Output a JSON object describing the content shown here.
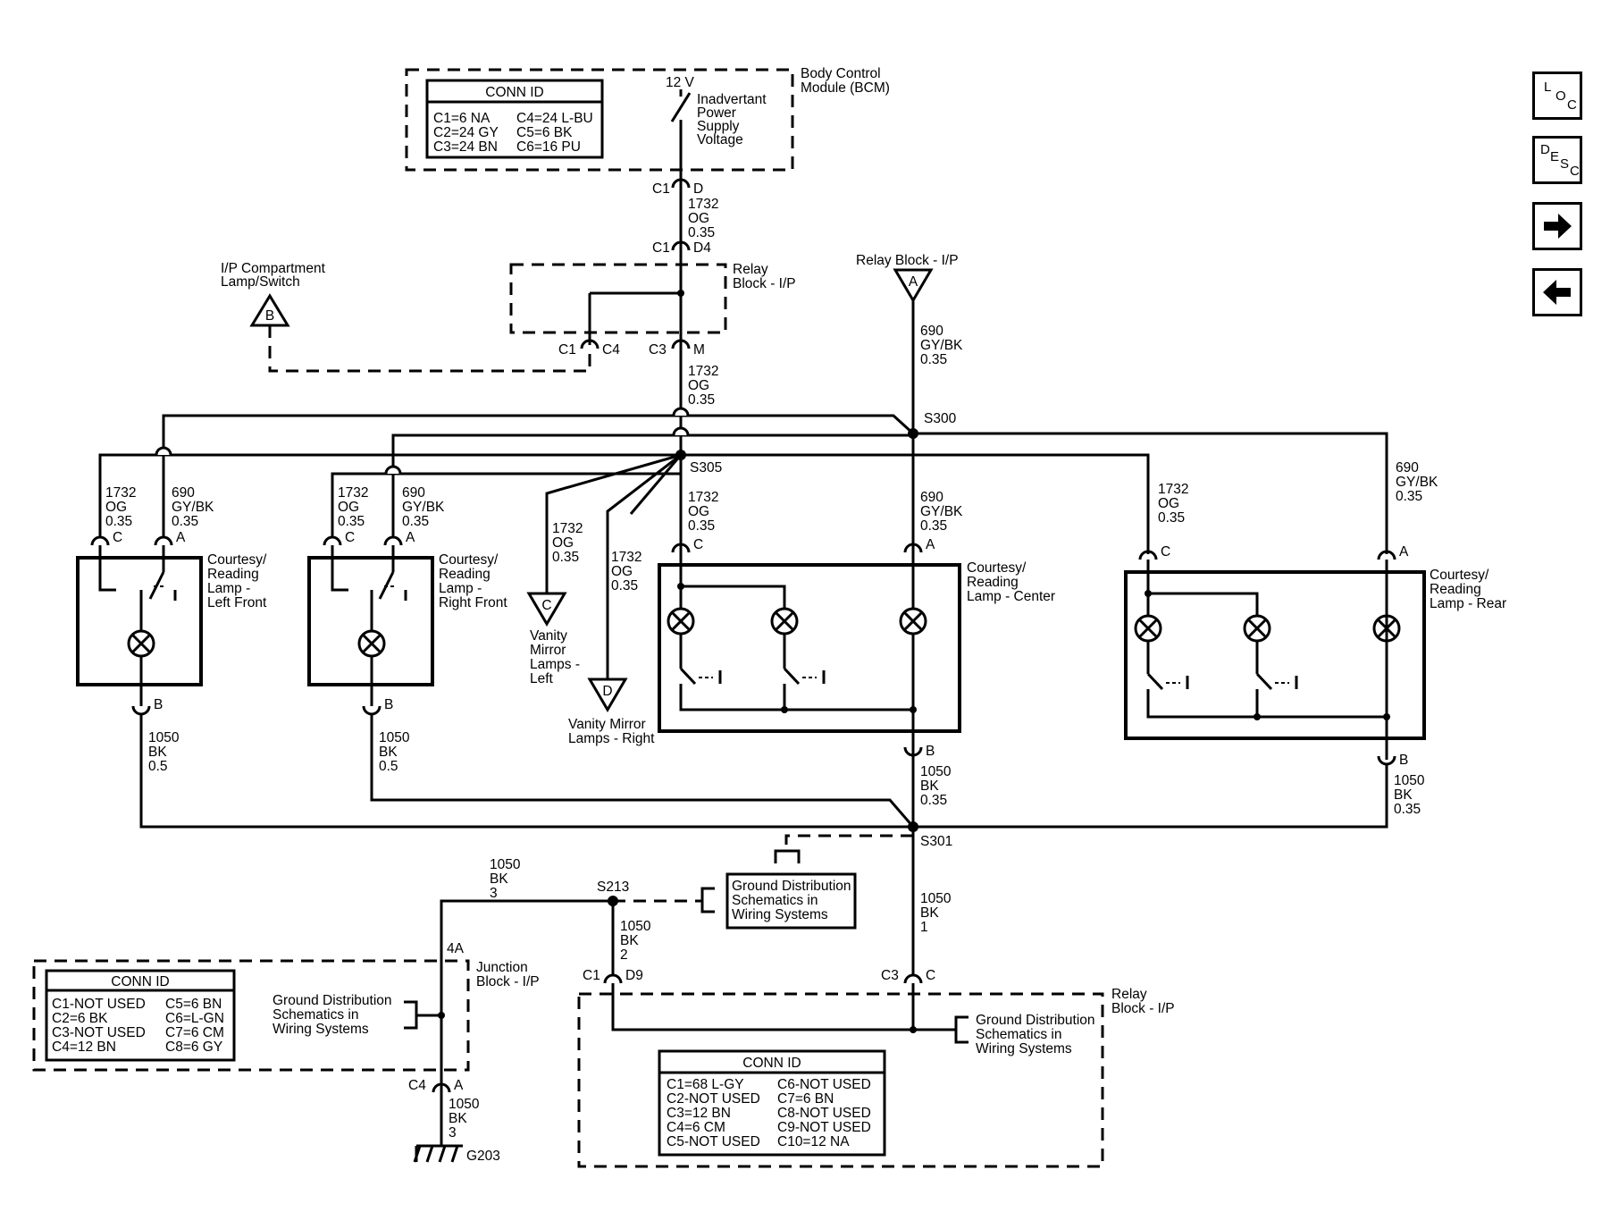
{
  "bcm": {
    "title_1": "Body Control",
    "title_2": "Module (BCM)",
    "conn_id_title": "CONN ID",
    "conn_rows": [
      [
        "C1=6 NA",
        "C4=24 L-BU"
      ],
      [
        "C2=24 GY",
        "C5=6 BK"
      ],
      [
        "C3=24 BN",
        "C6=16 PU"
      ]
    ],
    "voltage": "12 V",
    "supply_1": "Inadvertant",
    "supply_2": "Power",
    "supply_3": "Supply",
    "supply_4": "Voltage"
  },
  "connectors": {
    "c1": "C1",
    "c3": "C3",
    "c4": "C4",
    "pin_d": "D",
    "pin_d4": "D4",
    "pin_m": "M",
    "pin_a": "A",
    "pin_b": "B",
    "pin_c": "C",
    "pin_d9": "D9",
    "pin_4a": "4A"
  },
  "wires": {
    "w1732": "1732",
    "og": "OG",
    "w690": "690",
    "gybk": "GY/BK",
    "w1050": "1050",
    "bk": "BK",
    "g035": "0.35",
    "g05": "0.5",
    "g1": "1",
    "g2": "2",
    "g3": "3"
  },
  "relay_block_top": {
    "title_1": "Relay",
    "title_2": "Block - I/P"
  },
  "ip_compartment": {
    "title_1": "I/P Compartment",
    "title_2": "Lamp/Switch",
    "ref": "B"
  },
  "relay_ref_a": {
    "title": "Relay Block - I/P",
    "ref": "A"
  },
  "splices": {
    "s300": "S300",
    "s305": "S305",
    "s301": "S301",
    "s213": "S213"
  },
  "lamps": {
    "left_front": [
      "Courtesy/",
      "Reading",
      "Lamp -",
      "Left Front"
    ],
    "right_front": [
      "Courtesy/",
      "Reading",
      "Lamp -",
      "Right Front"
    ],
    "center": [
      "Courtesy/",
      "Reading",
      "Lamp - Center"
    ],
    "rear": [
      "Courtesy/",
      "Reading",
      "Lamp - Rear"
    ]
  },
  "vanity_left": {
    "ref": "C",
    "lines": [
      "Vanity",
      "Mirror",
      "Lamps -",
      "Left"
    ]
  },
  "vanity_right": {
    "ref": "D",
    "lines": [
      "Vanity Mirror",
      "Lamps - Right"
    ]
  },
  "ground_dist": {
    "line_1": "Ground Distribution",
    "line_2": "Schematics in",
    "line_3": "Wiring Systems"
  },
  "junction_block": {
    "title_1": "Junction",
    "title_2": "Block - I/P",
    "conn_id_title": "CONN ID",
    "conn_rows": [
      [
        "C1-NOT USED",
        "C5=6 BN"
      ],
      [
        "C2=6 BK",
        "C6=L-GN"
      ],
      [
        "C3-NOT USED",
        "C7=6 CM"
      ],
      [
        "C4=12 BN",
        "C8=6 GY"
      ]
    ]
  },
  "relay_block_bottom": {
    "title_1": "Relay",
    "title_2": "Block - I/P",
    "conn_id_title": "CONN ID",
    "conn_rows": [
      [
        "C1=68 L-GY",
        "C6-NOT USED"
      ],
      [
        "C2-NOT USED",
        "C7=6 BN"
      ],
      [
        "C3=12 BN",
        "C8-NOT USED"
      ],
      [
        "C4=6 CM",
        "C9-NOT USED"
      ],
      [
        "C5-NOT USED",
        "C10=12 NA"
      ]
    ]
  },
  "ground": "G203",
  "nav": {
    "loc": [
      "L",
      "O",
      "C"
    ],
    "desc": [
      "D",
      "E",
      "S",
      "C"
    ],
    "next_icon": "arrow-right",
    "prev_icon": "arrow-left"
  }
}
